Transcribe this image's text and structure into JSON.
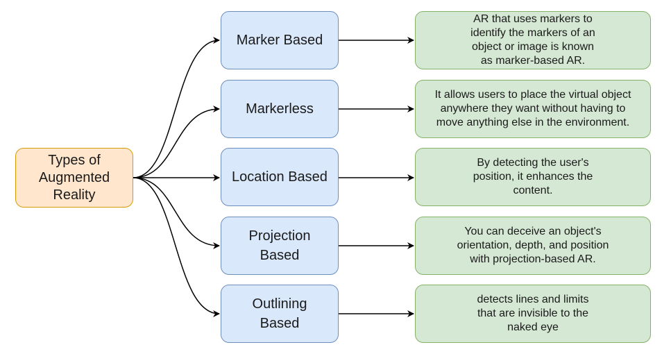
{
  "root": {
    "label": "Types of\nAugmented\nReality"
  },
  "types": [
    {
      "label": "Marker Based",
      "description": "AR that uses markers to\nidentify the markers of an\nobject or image is known\nas marker-based AR."
    },
    {
      "label": "Markerless",
      "description": "It allows users to place the virtual object\nanywhere they want without having to\nmove anything else in the environment."
    },
    {
      "label": "Location Based",
      "description": "By detecting the user's\nposition, it enhances the\ncontent."
    },
    {
      "label": "Projection\nBased",
      "description": "You can deceive an object's\norientation, depth, and position\nwith projection-based AR."
    },
    {
      "label": "Outlining\nBased",
      "description": "detects lines and limits\nthat are invisible to the\nnaked eye"
    }
  ],
  "colors": {
    "root_fill": "#ffe6cc",
    "root_stroke": "#d79b00",
    "type_fill": "#dae8fc",
    "type_stroke": "#6c8ebf",
    "desc_fill": "#d5e8d4",
    "desc_stroke": "#82b366",
    "connector": "#000000"
  }
}
